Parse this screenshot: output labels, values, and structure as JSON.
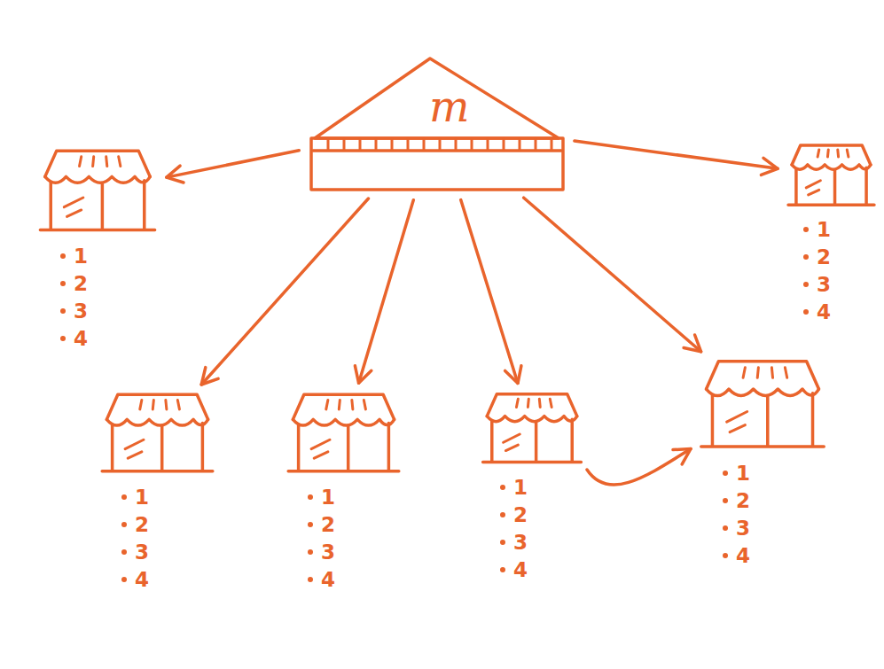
{
  "diagram": {
    "nodes": [
      {
        "text": [
          "m"
        ]
      },
      {
        "text": [
          "1",
          "2",
          "3",
          "4"
        ]
      },
      {
        "text": [
          "1",
          "2",
          "3",
          "4"
        ]
      },
      {
        "text": [
          "1",
          "2",
          "3",
          "4"
        ]
      },
      {
        "text": [
          "1",
          "2",
          "3",
          "4"
        ]
      },
      {
        "text": [
          "1",
          "2",
          "3",
          "4"
        ]
      },
      {
        "text": [
          "1",
          "2",
          "3",
          "4"
        ]
      }
    ],
    "edges": [
      {
        "from": 0,
        "to": 1,
        "arrow": "to"
      },
      {
        "from": 0,
        "to": 2,
        "arrow": "to"
      },
      {
        "from": 0,
        "to": 3,
        "arrow": "to"
      },
      {
        "from": 0,
        "to": 4,
        "arrow": "to"
      },
      {
        "from": 0,
        "to": 5,
        "arrow": "to"
      },
      {
        "from": 0,
        "to": 6,
        "arrow": "to"
      },
      {
        "from": 5,
        "to": 6,
        "arrow": "to"
      }
    ]
  }
}
